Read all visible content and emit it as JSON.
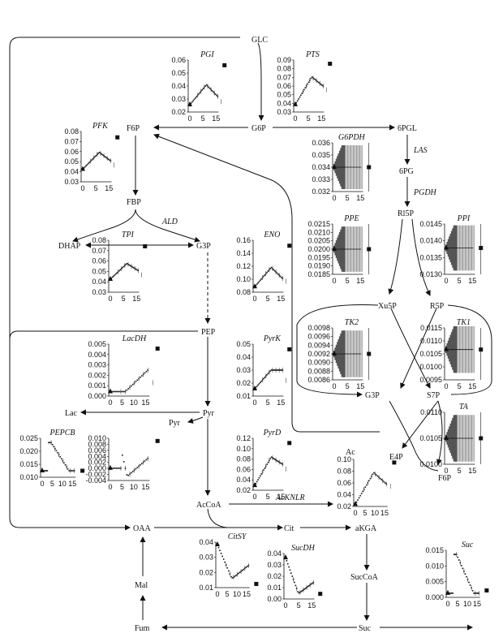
{
  "metabolites": {
    "GLC": "GLC",
    "G6P": "G6P",
    "F6P": "F6P",
    "FBP": "FBP",
    "DHAP": "DHAP",
    "G3P": "G3P",
    "PEP": "PEP",
    "Pyr": "Pyr",
    "Lac": "Lac",
    "Pyr2": "Pyr",
    "AcCoA": "AcCoA",
    "OAA": "OAA",
    "Cit": "Cit",
    "aKGA": "aKGA",
    "SucCoA": "SucCoA",
    "Suc": "Suc",
    "Fum": "Fum",
    "Mal": "Mal",
    "6PGL": "6PGL",
    "6PG": "6PG",
    "Rl5P": "Rl5P",
    "Xu5P": "Xu5P",
    "R5P": "R5P",
    "G3P2": "G3P",
    "S7P": "S7P",
    "E4P": "E4P",
    "F6P2": "F6P",
    "Ac": "Ac"
  },
  "enzymes": {
    "LAS": "LAS",
    "PGDH": "PGDH",
    "ALD": "ALD",
    "AcKNLR": "AcKNLR"
  },
  "charts": [
    {
      "id": "PGI",
      "title": "PGI",
      "yticks": [
        "0.06",
        "0.05",
        "0.04",
        "0.03",
        "0.02"
      ],
      "ymin": 0.015,
      "ymax": 0.065,
      "xticks": [
        "0",
        "5",
        "15"
      ],
      "kind": "time",
      "y0": 0.022,
      "yend": 0.06,
      "ylate": 0.03,
      "ylast": 0.025,
      "peak": 0.041
    },
    {
      "id": "PTS",
      "title": "PTS",
      "yticks": [
        "0.09",
        "0.08",
        "0.07",
        "0.06",
        "0.05",
        "0.04",
        "0.03"
      ],
      "ymin": 0.025,
      "ymax": 0.095,
      "xticks": [
        "0",
        "5",
        "15"
      ],
      "kind": "time",
      "y0": 0.035,
      "yend": 0.09,
      "ylate": 0.06,
      "ylast": 0.055,
      "peak": 0.072
    },
    {
      "id": "PFK",
      "title": "PFK",
      "yticks": [
        "0.08",
        "0.07",
        "0.06",
        "0.05",
        "0.04",
        "0.03"
      ],
      "ymin": 0.025,
      "ymax": 0.085,
      "xticks": [
        "0",
        "5",
        "15"
      ],
      "kind": "time",
      "y0": 0.04,
      "yend": 0.078,
      "ylate": 0.05,
      "ylast": 0.045,
      "peak": 0.06
    },
    {
      "id": "G6PDH",
      "title": "G6PDH",
      "yticks": [
        "0.036",
        "0.035",
        "0.034",
        "0.033",
        "0.032"
      ],
      "ymin": 0.0315,
      "ymax": 0.0365,
      "xticks": [
        "0",
        "5",
        "15"
      ],
      "kind": "flat",
      "y0": 0.034,
      "yend": 0.034
    },
    {
      "id": "PPE",
      "title": "PPE",
      "yticks": [
        "0.0215",
        "0.0210",
        "0.0205",
        "0.0200",
        "0.0195",
        "0.0190",
        "0.0185"
      ],
      "ymin": 0.0182,
      "ymax": 0.0218,
      "xticks": [
        "0",
        "5",
        "15"
      ],
      "kind": "flat",
      "y0": 0.02,
      "yend": 0.02
    },
    {
      "id": "PPI",
      "title": "PPI",
      "yticks": [
        "0.0145",
        "0.0140",
        "0.0135",
        "0.0130"
      ],
      "ymin": 0.0127,
      "ymax": 0.0148,
      "xticks": [
        "0",
        "5",
        "15"
      ],
      "kind": "flat",
      "y0": 0.0138,
      "yend": 0.0138
    },
    {
      "id": "TPI",
      "title": "TPI",
      "yticks": [
        "0.08",
        "0.07",
        "0.06",
        "0.05",
        "0.04",
        "0.03"
      ],
      "ymin": 0.025,
      "ymax": 0.085,
      "xticks": [
        "0",
        "5",
        "15"
      ],
      "kind": "time",
      "y0": 0.04,
      "yend": 0.078,
      "ylate": 0.05,
      "ylast": 0.045,
      "peak": 0.058
    },
    {
      "id": "ENO",
      "title": "ENO",
      "yticks": [
        "0.16",
        "0.14",
        "0.12",
        "0.10",
        "0.08"
      ],
      "ymin": 0.075,
      "ymax": 0.17,
      "xticks": [
        "0",
        "5",
        "15"
      ],
      "kind": "time",
      "y0": 0.085,
      "yend": 0.16,
      "ylate": 0.1,
      "ylast": 0.095,
      "peak": 0.12
    },
    {
      "id": "TK2",
      "title": "TK2",
      "yticks": [
        "0.0098",
        "0.0096",
        "0.0094",
        "0.0092",
        "0.0090",
        "0.0088",
        "0.0086"
      ],
      "ymin": 0.0085,
      "ymax": 0.0099,
      "xticks": [
        "0",
        "5",
        "15"
      ],
      "kind": "flat",
      "y0": 0.0092,
      "yend": 0.0092
    },
    {
      "id": "TK1",
      "title": "TK1",
      "yticks": [
        "0.0115",
        "0.0110",
        "0.0105",
        "0.0100",
        "0.0095"
      ],
      "ymin": 0.0093,
      "ymax": 0.0117,
      "xticks": [
        "0",
        "5",
        "15"
      ],
      "kind": "flat",
      "y0": 0.0107,
      "yend": 0.0107
    },
    {
      "id": "LacDH",
      "title": "LacDH",
      "yticks": [
        "0.005",
        "0.004",
        "0.003",
        "0.002",
        "0.001",
        "0.000"
      ],
      "ymin": -0.0003,
      "ymax": 0.0055,
      "xticks": [
        "0",
        "5",
        "10",
        "15"
      ],
      "kind": "lac",
      "y0": 0.0002,
      "yend": 0.005,
      "ylast": 0.0012
    },
    {
      "id": "PyrK",
      "title": "PyrK",
      "yticks": [
        "0.05",
        "0.04",
        "0.03",
        "0.02",
        "0.01"
      ],
      "ymin": 0.005,
      "ymax": 0.055,
      "xticks": [
        "0",
        "5",
        "15"
      ],
      "kind": "time",
      "y0": 0.012,
      "yend": 0.05,
      "ylate": 0.03,
      "ylast": 0.02,
      "peak": 0.03
    },
    {
      "id": "TA",
      "title": "TA",
      "yticks": [
        "0.0110",
        "0.0105",
        "0.0100"
      ],
      "ymin": 0.0097,
      "ymax": 0.0113,
      "xticks": [
        "0",
        "5",
        "15"
      ],
      "kind": "flat",
      "y0": 0.0105,
      "yend": 0.0105
    },
    {
      "id": "PEPCB",
      "title": "PEPCB",
      "yticks": [
        "0.025",
        "0.020",
        "0.015",
        "0.010"
      ],
      "ymin": 0.009,
      "ymax": 0.027,
      "xticks": [
        "0",
        "5",
        "10",
        "15"
      ],
      "kind": "spike",
      "y0": 0.012,
      "yend": 0.012,
      "speak": 0.025
    },
    {
      "id": "Pyrtr",
      "title": "",
      "yticks": [
        "0.010",
        "0.008",
        "0.006",
        "0.004",
        "0.002",
        "0.000",
        "-0.002",
        "-0.004"
      ],
      "ymin": -0.0045,
      "ymax": 0.011,
      "xticks": [
        "0",
        "5",
        "10",
        "15"
      ],
      "kind": "pyr",
      "y0": 0.0,
      "yend": 0.01
    },
    {
      "id": "PyrD",
      "title": "PyrD",
      "yticks": [
        "0.12",
        "0.10",
        "0.08",
        "0.06",
        "0.04",
        "0.02"
      ],
      "ymin": 0.015,
      "ymax": 0.125,
      "xticks": [
        "0",
        "5",
        "15"
      ],
      "kind": "time",
      "y0": 0.025,
      "yend": 0.115,
      "ylate": 0.07,
      "ylast": 0.06,
      "peak": 0.085
    },
    {
      "id": "AcKNLR",
      "title": "",
      "yticks": [
        "0.10",
        "0.08",
        "0.06",
        "0.04",
        "0.02"
      ],
      "ymin": 0.0,
      "ymax": 0.105,
      "xticks": [
        "0",
        "5",
        "10",
        "15"
      ],
      "kind": "time",
      "y0": 0.005,
      "yend": 0.098,
      "ylate": 0.05,
      "ylast": 0.045,
      "peak": 0.075
    },
    {
      "id": "CitSY",
      "title": "CitSY",
      "yticks": [
        "0.04",
        "0.03",
        "0.02",
        "0.01"
      ],
      "ymin": 0.005,
      "ymax": 0.042,
      "xticks": [
        "0",
        "5",
        "10",
        "15"
      ],
      "kind": "dip",
      "y0": 0.04,
      "yend": 0.008,
      "low": 0.013
    },
    {
      "id": "SucDH",
      "title": "SucDH",
      "yticks": [
        "0.04",
        "0.03",
        "0.02",
        "0.01",
        "0.00"
      ],
      "ymin": -0.002,
      "ymax": 0.042,
      "xticks": [
        "0",
        "5",
        "15"
      ],
      "kind": "dip",
      "y0": 0.038,
      "yend": 0.003,
      "low": 0.004
    },
    {
      "id": "SucT",
      "title": "Suc",
      "yticks": [
        "0.015",
        "0.010",
        "0.005",
        "0.000"
      ],
      "ymin": -0.0005,
      "ymax": 0.0165,
      "xticks": [
        "0",
        "5",
        "10",
        "15"
      ],
      "kind": "spike",
      "y0": 0.001,
      "yend": 0.002,
      "speak": 0.015
    }
  ]
}
